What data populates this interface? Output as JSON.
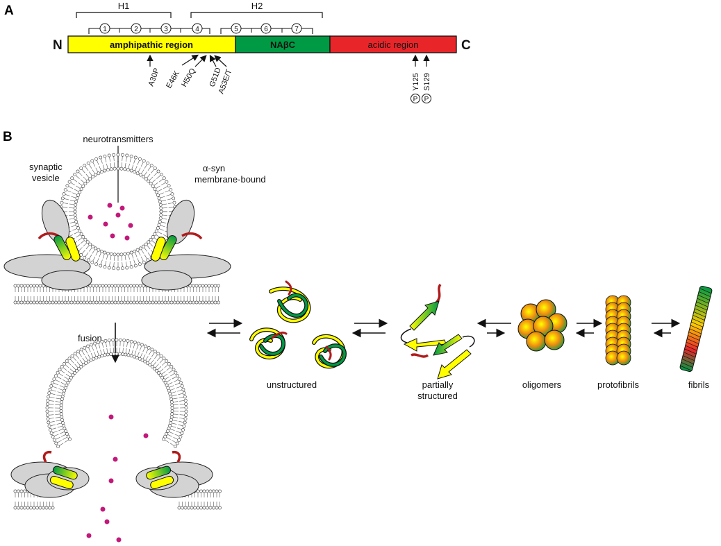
{
  "panels": {
    "a": "A",
    "b": "B"
  },
  "domain_map": {
    "n_terminus": "N",
    "c_terminus": "C",
    "helices": [
      "H1",
      "H2"
    ],
    "repeats": [
      "1",
      "2",
      "3",
      "4",
      "5",
      "6",
      "7"
    ],
    "regions": [
      {
        "label": "amphipathic region",
        "color": "#ffff00"
      },
      {
        "label": "NAβC",
        "color": "#009a44"
      },
      {
        "label": "acidic region",
        "color": "#e8262a"
      }
    ],
    "mutations": [
      "A30P",
      "E46K",
      "H50Q",
      "G51D",
      "A53E/T"
    ],
    "phospho_sites": [
      "Y125",
      "S129"
    ],
    "phospho_symbol": "P"
  },
  "membrane_panel": {
    "neurotransmitters": "neurotransmitters",
    "synaptic_vesicle_line1": "synaptic",
    "synaptic_vesicle_line2": "vesicle",
    "asyn_line1": "α-syn",
    "asyn_line2": "membrane-bound",
    "fusion": "fusion"
  },
  "aggregation_states": [
    "unstructured",
    "partially",
    "structured",
    "oligomers",
    "protofibrils",
    "fibrils"
  ],
  "colors": {
    "yellow": "#ffff00",
    "green": "#009a44",
    "red": "#e8262a",
    "dark_red": "#b01c1c",
    "magenta": "#c2187a",
    "protein_gray": "#d3d3d3"
  }
}
